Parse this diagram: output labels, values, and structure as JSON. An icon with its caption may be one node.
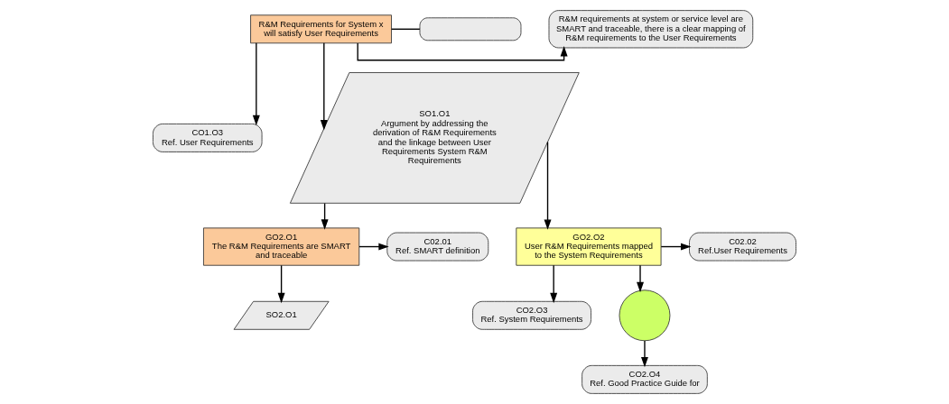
{
  "diagram": {
    "nodes": [
      {
        "text": [
          "R&M requirements at system or service level are SMART and traceable, there is a clear mapping of R&M requirements to the User Requirements"
        ]
      },
      {
        "text": [
          "R&M Requirements for System x will satisfy User Requirements"
        ]
      },
      {
        "text": [],
        "shape": "box"
      },
      {
        "text": [
          "CO1.O3",
          "Ref. User Requirements"
        ]
      },
      {
        "text": [
          "SO1.O1",
          "Argument by addressing the derivation of R&M Requirements and the linkage between User Requirements System R&M Requirements"
        ]
      },
      {
        "text": [
          "C02.01",
          "Ref. SMART definition"
        ]
      },
      {
        "text": [
          "GO2.O1",
          "The R&M Requirements are SMART and traceable"
        ]
      },
      {
        "text": [
          "GO2.O2",
          "User R&M Requirements mapped to the System Requirements"
        ]
      },
      {
        "text": [
          "C02.02",
          "Ref.User Requirements"
        ]
      },
      {
        "text": [
          "CO2.O3",
          "Ref. System Requirements"
        ]
      },
      {
        "text": [
          "SO2.O1"
        ]
      },
      {
        "text": [],
        "shape": "circle"
      },
      {
        "text": [
          "CO2.O4",
          "Ref. Good Practice Guide for"
        ]
      }
    ],
    "edges": [
      {
        "from": 1,
        "to": 0,
        "arrow": "to"
      },
      {
        "from": 1,
        "to": 2,
        "arrow": "none"
      },
      {
        "from": 1,
        "to": 3,
        "arrow": "to"
      },
      {
        "from": 1,
        "to": 4,
        "arrow": "to"
      },
      {
        "from": 4,
        "to": 6,
        "arrow": "to"
      },
      {
        "from": 4,
        "to": 7,
        "arrow": "to"
      },
      {
        "from": 6,
        "to": 5,
        "arrow": "to"
      },
      {
        "from": 7,
        "to": 8,
        "arrow": "to"
      },
      {
        "from": 7,
        "to": 9,
        "arrow": "to"
      },
      {
        "from": 6,
        "to": 10,
        "arrow": "to"
      },
      {
        "from": 7,
        "to": 11,
        "arrow": "to"
      },
      {
        "from": 11,
        "to": 12,
        "arrow": "to"
      }
    ]
  }
}
